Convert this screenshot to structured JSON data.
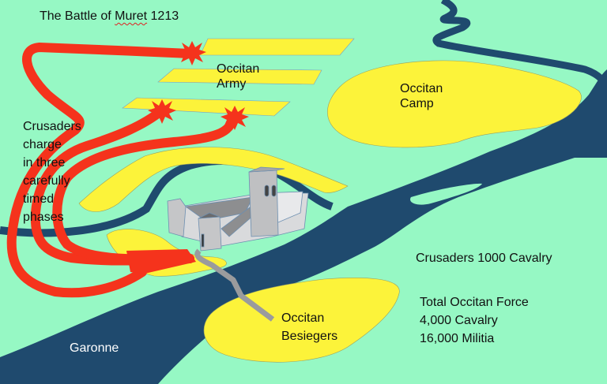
{
  "title": {
    "prefix": "The Battle of ",
    "name": "Muret",
    "year": " 1213"
  },
  "labels": {
    "occitan_army": [
      "Occitan",
      "Army"
    ],
    "occitan_camp": [
      "Occitan",
      "Camp"
    ],
    "crusaders_charge": [
      "Crusaders",
      "charge",
      "in three",
      "carefully",
      "timed",
      "phases"
    ],
    "occitan_besiegers": [
      "Occitan",
      "Besiegers"
    ],
    "river": "Garonne",
    "crusaders_force": "Crusaders 1000 Cavalry",
    "occitan_force": [
      "Total Occitan Force",
      "4,000 Cavalry",
      "16,000 Militia"
    ]
  },
  "colors": {
    "land": "#96f8c4",
    "river": "#1f4a6e",
    "occitan": "#fcf33a",
    "crusaders": "#f5331c",
    "castle": "#c8c9cc"
  }
}
